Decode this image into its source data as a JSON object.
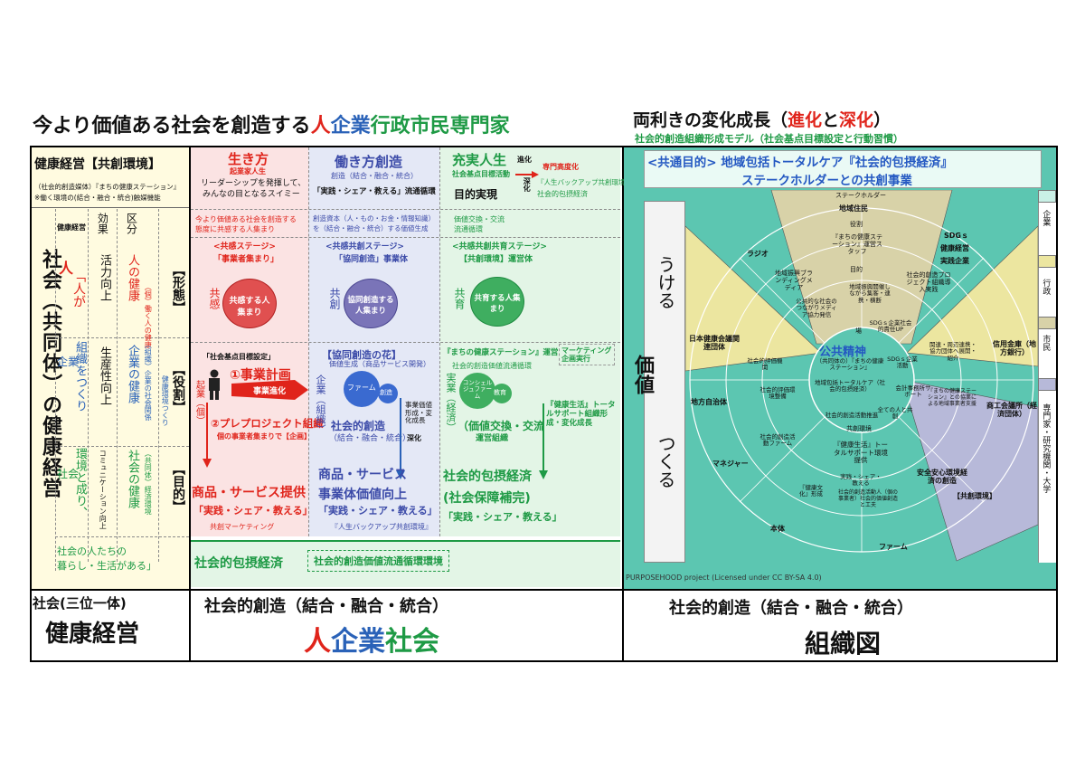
{
  "header": {
    "main_title_prefix": "今より価値ある社会を創造する",
    "main_title_1": "人",
    "main_title_2": "企業",
    "main_title_3": "行政",
    "main_title_4": "市民",
    "main_title_5": "専門家",
    "right_title_prefix": "両利きの変化成長（",
    "right_title_evo": "進化",
    "right_title_and": "と",
    "right_title_deep": "深化",
    "right_title_suffix": "）",
    "right_subtitle": "社会的創造組織形成モデル（社会基点目標設定と行動習慣）"
  },
  "left": {
    "title": "健康経営【共創環境】",
    "sub1": "（社会的創造媒体）『まちの健康ステーション』",
    "sub2": "※働く環境の(結合・融合・統合)触媒機能",
    "big_vertical": "社会（共同体）の健康経営",
    "col_health": "健康経営",
    "col_effect": "効果",
    "col_class": "区分",
    "person": "人",
    "person_q": "「人が",
    "katsuryoku": "活力向上",
    "hito_kenko": "人の健康",
    "hito_note": "（個）働く人の健康",
    "kigyo": "企業",
    "soshiki": "組織をつくり",
    "seisansei": "生産性向上",
    "kigyo_kenko": "企業の健康",
    "kigyo_note": "（組織）企業の社会関係",
    "shakai": "社会",
    "kankyo": "環境と成り、",
    "comm": "コミュニケーション向上",
    "shakai_kenko": "社会の健康",
    "shakai_note": "（共同体）経済環境",
    "health_kenkatsu": "健康環境つくり",
    "form": "【形態】",
    "role": "【役割】",
    "purpose": "【目的】",
    "bottom_note1": "社会の人たちの",
    "bottom_note2": "暮らし・生活がある」"
  },
  "middle": {
    "col1_title": "生き方",
    "col1_sub1": "起業家人生",
    "col1_sub2": "リーダーシップを発揮して、",
    "col1_sub3": "みんなの目となるスイミー",
    "col1_desc1": "今より価値ある社会を創造する",
    "col1_desc2": "態度に共感する人集まり",
    "col1_stage": "<共感ステージ>",
    "col1_stage2": "「事業者集まり」",
    "col1_kyo": "共感",
    "col1_circle": "共感する人集まり",
    "col1_goal": "「社会基点目標設定」",
    "col1_plan": "①事業計画",
    "col1_evo": "事業進化",
    "col1_pre": "②プレプロジェクト組織",
    "col1_pre_note": "個の事業者集まりで【企画】",
    "col1_kigyo": "起業（個）",
    "col1_product": "商品・サービス提供",
    "col1_practice": "「実践・シェア・教える」",
    "col1_mkt": "共創マーケティング",
    "col2_title": "働き方創造",
    "col2_sub1": "創造（結合・融合・統合）",
    "col2_sub2": "「実践・シェア・教える」流通循環",
    "col2_desc1": "創造資本（人・もの・お金・情報知識）",
    "col2_desc2": "を（結合・融合・統合）する価値生成",
    "col2_stage": "<共感共創ステージ>",
    "col2_stage2": "「協同創造」事業体",
    "col2_kyo": "共創",
    "col2_circle": "協同創造する人集まり",
    "col2_flower": "【協同創造の花】",
    "col2_flower_sub": "価値生成（商品サービス開発）",
    "col2_kigyo": "企業（組織）",
    "col2_farm": "ファーム",
    "col2_sozo": "創造",
    "col2_side": "事業価値形成・変化成長",
    "col2_social": "社会的創造",
    "col2_social_sub": "（結合・融合・統合）",
    "col2_deep": "深化",
    "col2_product": "商品・サービス",
    "col2_value": "事業体価値向上",
    "col2_practice": "「実践・シェア・教える」",
    "col2_note": "『人生バックアップ共創環境』",
    "col3_title": "充実人生",
    "col3_sub1": "社会基点目標活動",
    "col3_sub2": "目的実現",
    "col3_evo": "進化",
    "col3_pro": "専門高度化",
    "col3_deep": "深化",
    "col3_note1": "『人生バックアップ共創環境』",
    "col3_note2": "社会的包摂経済",
    "col3_desc1": "価値交換・交流",
    "col3_desc2": "流通循環",
    "col3_stage": "<共感共創共育ステージ>",
    "col3_stage2": "【共創環境】運営体",
    "col3_kyo": "共育",
    "col3_circle": "共育する人集まり",
    "col3_station": "『まちの健康ステーション』運営",
    "col3_station_sub": "社会的創造価値流通循環",
    "col3_mkt": "マーケティング企画実行",
    "col3_jitsugyo": "実業（経済）",
    "col3_con": "コンシェルジュファーム",
    "col3_kyoiku": "教育",
    "col3_exchange": "（価値交換・交流",
    "col3_op": "運営組織",
    "col3_life": "『健康生活』トータルサポート組織形成・変化成長",
    "col3_econ": "社会的包摂経済",
    "col3_welfare": "(社会保障補完)",
    "col3_practice": "「実践・シェア・教える」",
    "footer1": "社会的包摂経済",
    "footer2": "社会的創造価値流通循環環境"
  },
  "right": {
    "banner1": "<共通目的> 地域包括トータルケア『社会的包摂経済』",
    "banner2": "ステークホルダーとの共創事業",
    "ukeru": "うける",
    "kachi": "価値",
    "tsukuru": "つくる",
    "stakeholder": "ステークホルダー",
    "chiiki": "地域住民",
    "yakuwari": "役割",
    "station_op": "『まちの健康ステーション』運営スタッフ",
    "radio": "ラジオ",
    "sdgs": "SDGｓ",
    "kenko_keiei": "健康経営",
    "jissen": "実践企業",
    "branding": "地域振興ブランディングメディア",
    "mokuteki": "目的",
    "shakai_kai": "社会的創造プロジェクト組織導入実践",
    "koeki": "公共的な社会のつながりメディア協力発信",
    "kaigi": "地域振興開催しながら集客・連携・横断",
    "sdgs_co": "SDGｓ企業社会的責任UP",
    "sdgs_co2": "SDGｓ企業活動",
    "nihon": "日本健康会議関連団体",
    "hyoka": "社会的評価機関",
    "kokyo": "公共精神",
    "kokyo_sub": "（共同体の）『まちの健康ステーション』",
    "zentai": "地域包括トータルケア（社会的包摂経済）",
    "jiba": "場",
    "kasseika": "社会的創造活動推進",
    "shinyo": "信用金庫（地方銀行）",
    "kanren": "関連・周辺連携・協力団体へ展開・紹介",
    "chiho": "地方自治体",
    "kankyo_seibi": "社会的評価環境整備",
    "zero": "全ての人と共創",
    "shoko": "商工会議所（経済団体）",
    "kaikei": "会計事務所サポート",
    "station_con": "『まちの健康ステーション』との協業による地域事業者支援",
    "kyoso": "共創環境",
    "manager": "マネジャー",
    "shakai_farm": "社会的創造活動ファーム",
    "kenko_sei": "『健康生活』トータルサポート環境提供",
    "anzen": "安全安心環境経済の創造",
    "honbu": "本体",
    "kenko_bunka": "『健康文化』形成",
    "shakai_kan": "社会的創造活動人（個の事業者）社会的価値創造と工夫",
    "farm": "ファーム",
    "kyoso_box": "【共創環境】",
    "legend_kigyo": "企業",
    "legend_gyosei": "行政",
    "legend_shimin": "市民",
    "legend_senmon": "専門家・研究機関・大学",
    "license": "PURPOSEHOOD project (Licensed under CC BY-SA 4.0)",
    "jissen_co": "実践・シェア・教える"
  },
  "bottom": {
    "left1": "社会(三位一体)",
    "left2": "健康経営",
    "mid1": "社会的創造（結合・融合・統合）",
    "mid2_1": "人",
    "mid2_2": "企業",
    "mid2_3": "社会",
    "right1": "社会的創造（結合・融合・統合）",
    "right2": "組織図"
  },
  "colors": {
    "red": "#e0241b",
    "blue": "#2a62b8",
    "green": "#1e9a45",
    "col1_bg": "#fbe3e3",
    "col2_bg": "#e4e8f6",
    "col3_bg": "#e3f5e6",
    "yellow_bg": "#fffbe0",
    "teal": "#5cc6b1"
  }
}
